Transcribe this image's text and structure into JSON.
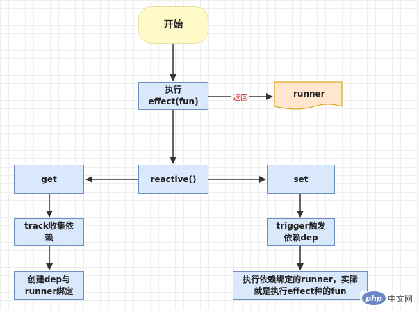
{
  "nodes": {
    "start": "开始",
    "effect": "执行\neffect(fun)",
    "runner": "runner",
    "reactive": "reactive()",
    "get": "get",
    "set": "set",
    "track": "track收集依\n赖",
    "trigger": "trigger触发\n依赖dep",
    "bind": "创建dep与\nrunner绑定",
    "exec": "执行依赖绑定的runner，实际\n就是执行effect种的fun"
  },
  "edges": {
    "return_label": "返回"
  },
  "watermark": {
    "logo": "php",
    "text": "中文网"
  },
  "colors": {
    "box_fill": "#dae8fc",
    "box_border": "#6c8ebf",
    "start_fill": "#fffac8",
    "runner_fill": "#ffe6cc",
    "runner_border": "#d79b00",
    "arrow": "#333333",
    "label": "#cc2e2e"
  }
}
